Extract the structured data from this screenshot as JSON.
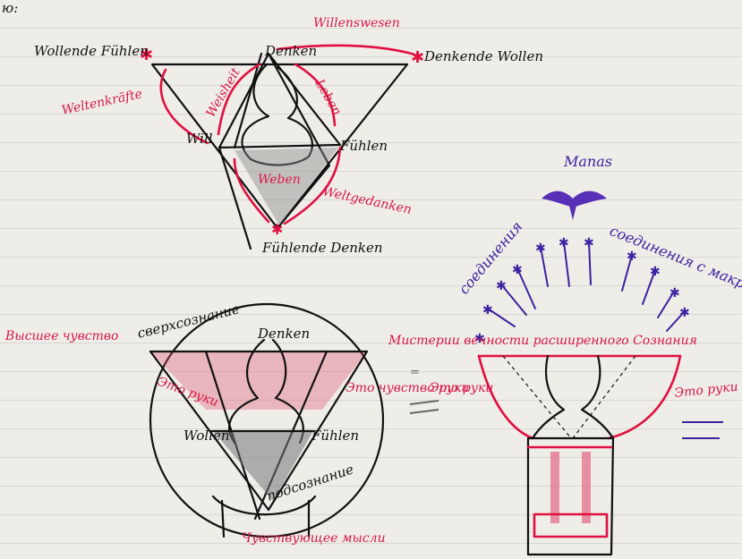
{
  "colors": {
    "paper": "#efede8",
    "black_ink": "#111111",
    "red_ink": "#e01040",
    "violet_ink": "#3a22a0"
  },
  "top_diagram": {
    "corner_mark": "ю:",
    "labels": {
      "willing_feeling": "Wollende Fühlen",
      "thinking": "Denken",
      "thinking_willing": "Denkende Wollen",
      "willing": "Will",
      "feeling": "Fühlen",
      "feeling_thinking": "Fühlende Denken"
    },
    "red_labels": {
      "will_beings": "Willenswesen",
      "world_forces": "Weltenkräfte",
      "world_thoughts": "Weltgedanken",
      "wisdom": "Weisheit",
      "life": "Leben",
      "weben": "Weben"
    }
  },
  "bottom_left": {
    "super_consciousness": "сверхсознание",
    "subconsciousness": "подсознание",
    "labels": {
      "thinking": "Denken",
      "willing": "Wollen",
      "feeling": "Fühlen"
    },
    "red_labels": {
      "higher_feeling": "Высшее чувство",
      "left_inner": "Это руки",
      "right_inner": "Это чувство руки",
      "bottom": "Чувствующее мысли"
    }
  },
  "bottom_right": {
    "title": "Manas",
    "arc_text": "соединения с макрокосмом",
    "red_banner": "Мистерии вечности расширенного Сознания",
    "left_label": "Это руки",
    "right_label": "Это руки",
    "equals_sign": "="
  }
}
